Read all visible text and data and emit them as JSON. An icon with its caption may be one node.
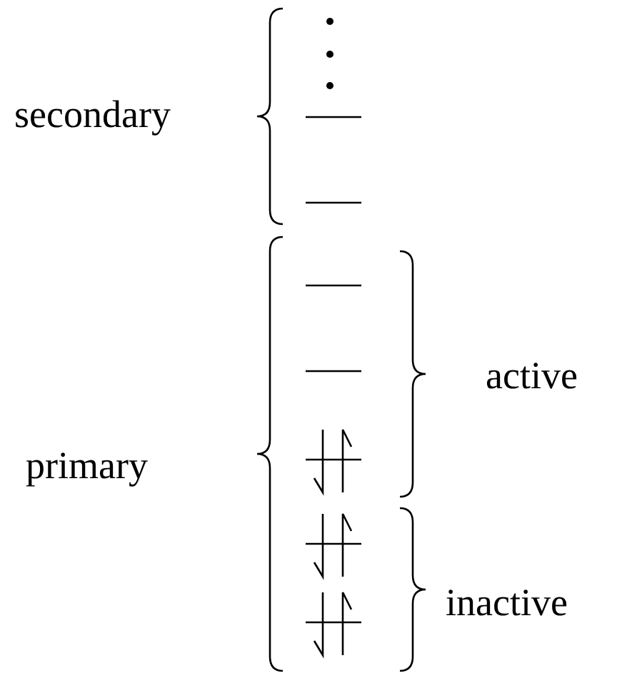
{
  "diagram": {
    "labels": [
      "secondary",
      "primary",
      "active",
      "inactive"
    ]
  }
}
